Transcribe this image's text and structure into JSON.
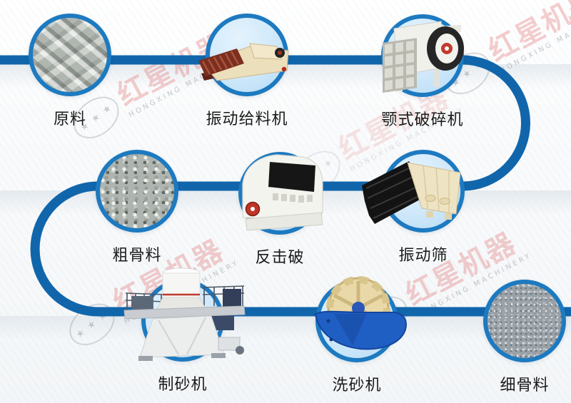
{
  "diagram": {
    "title_hint": "sand production line flow",
    "colors": {
      "flow_line": "#1166ab",
      "circle_border": "#1d7ac0",
      "circle_bg_light_blue": "#cfe8fa",
      "label_text": "#1a1a1a",
      "watermark_red": "#df5d5d",
      "watermark_gray": "#8c9399"
    }
  },
  "watermark": {
    "brand_cn": "红星机器",
    "brand_en": "HONGXING MACHINERY"
  },
  "flow": {
    "stages": [
      {
        "id": "raw-material",
        "label": "原料",
        "content": "rock-photo"
      },
      {
        "id": "vibrating-feeder",
        "label": "振动给料机",
        "content": "machine-illustration"
      },
      {
        "id": "jaw-crusher",
        "label": "颚式破碎机",
        "content": "machine-illustration"
      },
      {
        "id": "coarse-aggregate",
        "label": "粗骨料",
        "content": "gravel-photo"
      },
      {
        "id": "impact-crusher",
        "label": "反击破",
        "content": "machine-illustration"
      },
      {
        "id": "vibrating-screen",
        "label": "振动筛",
        "content": "machine-illustration"
      },
      {
        "id": "sand-making-machine",
        "label": "制砂机",
        "content": "machine-illustration"
      },
      {
        "id": "sand-washing-machine",
        "label": "洗砂机",
        "content": "machine-illustration"
      },
      {
        "id": "fine-aggregate",
        "label": "细骨料",
        "content": "sand-photo"
      }
    ]
  }
}
